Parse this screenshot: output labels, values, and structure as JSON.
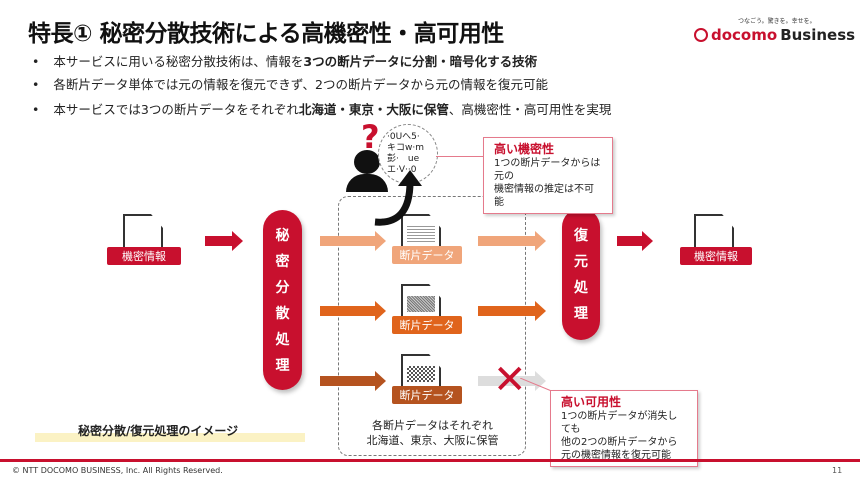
{
  "header": {
    "title": "特長① 秘密分散技術による高機密性・高可用性",
    "tagline": "つなごう。驚きを。幸せを。",
    "logo": {
      "brand": "docomo",
      "sub": "Business"
    }
  },
  "bullets": [
    {
      "plain": "本サービスに用いる秘密分散技術は、情報を",
      "bold": "3つの断片データに分割・暗号化する技術",
      "tail": ""
    },
    {
      "plain": "各断片データ単体では元の情報を復元できず、2つの断片データから元の情報を復元可能",
      "bold": "",
      "tail": ""
    },
    {
      "plain": "本サービスでは3つの断片データをそれぞれ",
      "bold": "北海道・東京・大阪に保管",
      "tail": "、高機密性・高可用性を実現"
    }
  ],
  "diagram": {
    "input_label": "機密情報",
    "output_label": "機密情報",
    "split_process": "秘密分散処理",
    "restore_process": "復元処理",
    "fragment_label": "断片データ",
    "fragment_colors": [
      "#f0a57a",
      "#e0641c",
      "#b5531f"
    ],
    "storage_note": [
      "各断片データはそれぞれ",
      "北海道、東京、大阪に保管"
    ],
    "garbled_text": [
      "·0Uへ5·",
      "キコw·m",
      "彭·　ue",
      "エ·V··0"
    ],
    "callout_confidentiality": {
      "title": "高い機密性",
      "lines": [
        "1つの断片データからは元の",
        "機密情報の推定は不可能"
      ]
    },
    "callout_availability": {
      "title": "高い可用性",
      "lines": [
        "1つの断片データが消失しても",
        "他の2つの断片データから",
        "元の機密情報を復元可能"
      ]
    },
    "caption": "秘密分散/復元処理のイメージ"
  },
  "footer": {
    "copyright": "© NTT DOCOMO BUSINESS, Inc. All Rights Reserved.",
    "page": "11"
  },
  "colors": {
    "accent": "#c8102e"
  }
}
